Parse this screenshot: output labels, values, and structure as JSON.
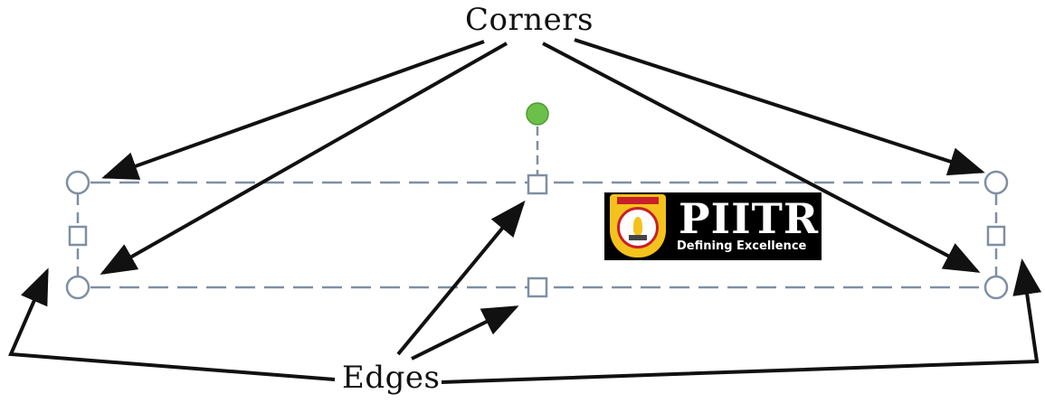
{
  "labels": {
    "corners": "Corners",
    "edges": "Edges"
  },
  "logo": {
    "name": "PIITR",
    "tagline": "Defining Excellence"
  },
  "colors": {
    "dashed_line": "#7f8fa3",
    "handle_stroke": "#7f8fa3",
    "rotation_handle": "#6cc04a",
    "arrow": "#111111"
  },
  "icons": [
    "rotation-handle-icon",
    "corner-handle-icon",
    "edge-handle-icon",
    "arrow-icon"
  ]
}
